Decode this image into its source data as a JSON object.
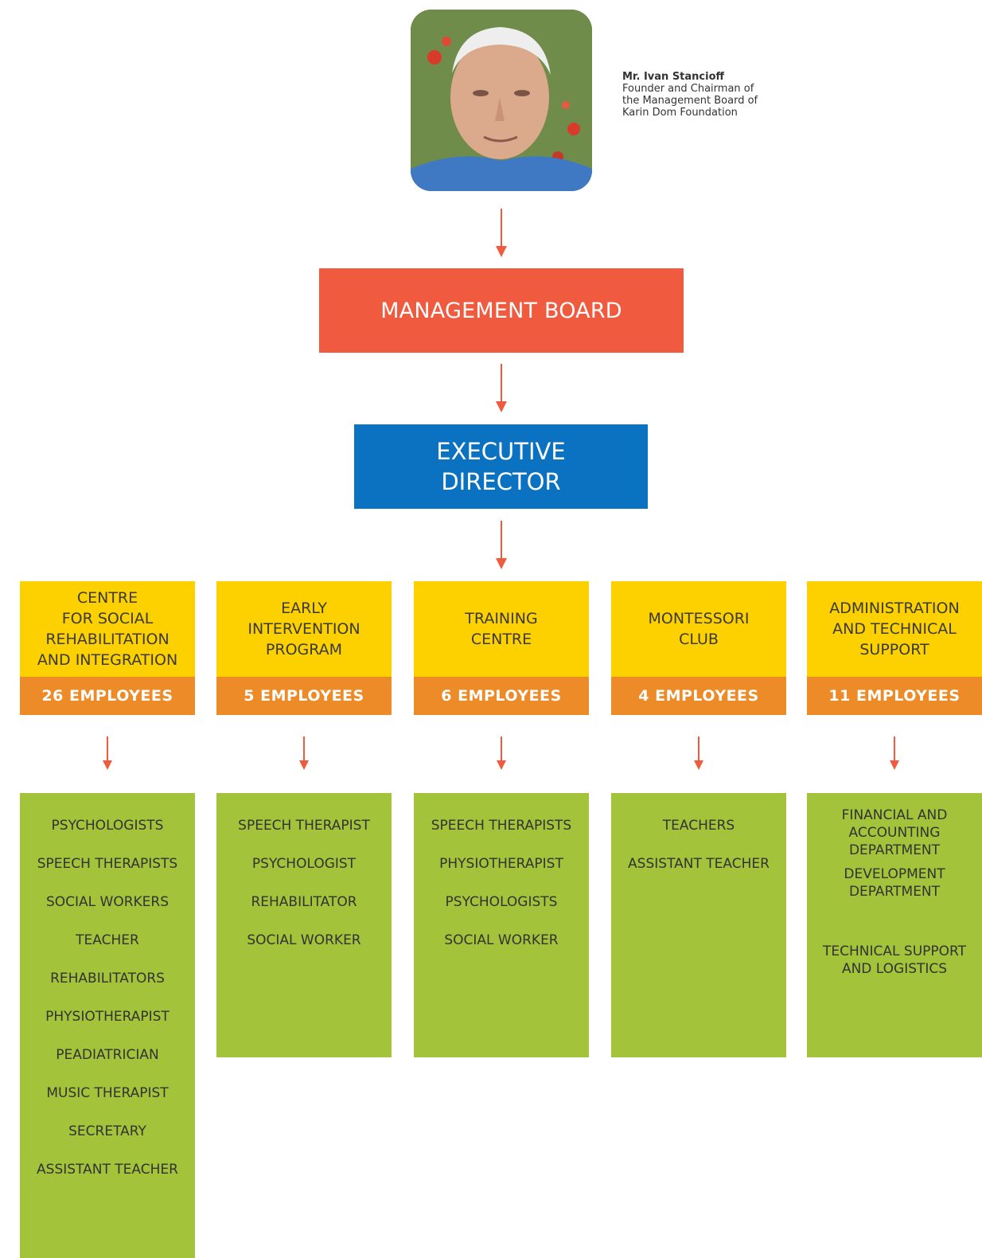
{
  "founder": {
    "name": "Mr. Ivan Stancioff",
    "title_line1": "Founder and Chairman of",
    "title_line2": "the Management Board of",
    "title_line3": "Karin Dom Foundation"
  },
  "management_board": {
    "label": "MANAGEMENT BOARD"
  },
  "executive_director": {
    "line1": "EXECUTIVE",
    "line2": "DIRECTOR"
  },
  "departments": [
    {
      "name_lines": [
        "CENTRE",
        "FOR SOCIAL",
        "REHABILITATION",
        "AND INTEGRATION"
      ],
      "employees": "26 EMPLOYEES",
      "roles": [
        "PSYCHOLOGISTS",
        "SPEECH THERAPISTS",
        "SOCIAL WORKERS",
        "TEACHER",
        "REHABILITATORS",
        "PHYSIOTHERAPIST",
        "PEADIATRICIAN",
        "MUSIC THERAPIST",
        "SECRETARY",
        "ASSISTANT TEACHER"
      ]
    },
    {
      "name_lines": [
        "EARLY",
        "INTERVENTION",
        "PROGRAM"
      ],
      "employees": "5 EMPLOYEES",
      "roles": [
        "SPEECH THERAPIST",
        "PSYCHOLOGIST",
        "REHABILITATOR",
        "SOCIAL WORKER"
      ]
    },
    {
      "name_lines": [
        "TRAINING",
        "CENTRE"
      ],
      "employees": "6 EMPLOYEES",
      "roles": [
        "SPEECH THERAPISTS",
        "PHYSIOTHERAPIST",
        "PSYCHOLOGISTS",
        "SOCIAL WORKER"
      ]
    },
    {
      "name_lines": [
        "MONTESSORI",
        "CLUB"
      ],
      "employees": "4 EMPLOYEES",
      "roles": [
        "TEACHERS",
        "ASSISTANT TEACHER"
      ]
    },
    {
      "name_lines": [
        "ADMINISTRATION",
        "AND TECHNICAL",
        "SUPPORT"
      ],
      "employees": "11 EMPLOYEES",
      "roles": [
        [
          "FINANCIAL AND",
          "ACCOUNTING",
          "DEPARTMENT"
        ],
        [
          "DEVELOPMENT",
          "DEPARTMENT"
        ],
        [
          "TECHNICAL SUPPORT",
          "AND LOGISTICS"
        ]
      ]
    }
  ],
  "colors": {
    "management_board": "#f05a3e",
    "executive_director": "#0a72c1",
    "department_header": "#fdd000",
    "employee_count": "#ec8b28",
    "roles_panel": "#a2c33a",
    "arrow": "#f05a3e"
  },
  "icons": {
    "arrow": "arrow-down-icon",
    "photo": "founder-photo"
  }
}
